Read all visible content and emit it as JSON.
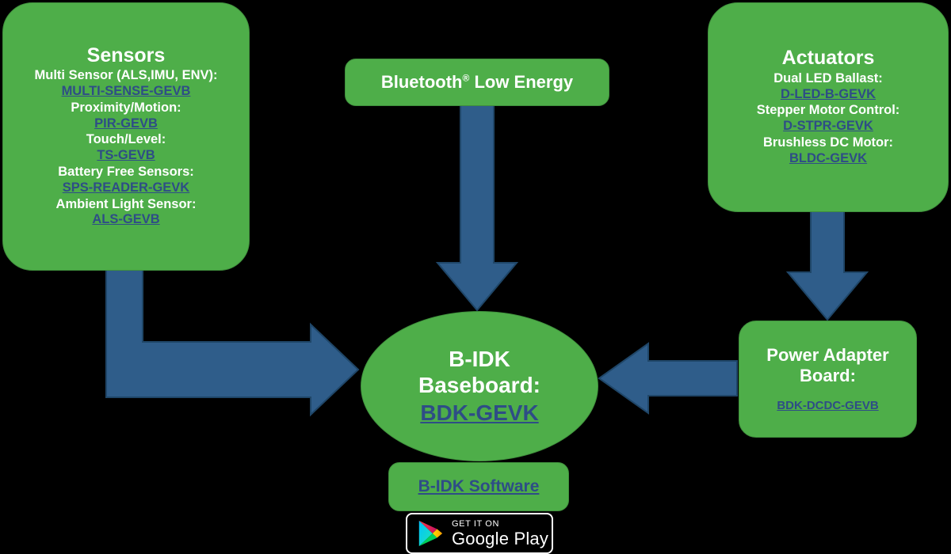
{
  "colors": {
    "background": "#000000",
    "node_fill": "#4EAE49",
    "node_stroke": "#3F8F3C",
    "arrow_fill": "#2F5D8A",
    "arrow_stroke": "#1F4668",
    "heading_text": "#FFFFFF",
    "link_text": "#2E4D86",
    "badge_background": "#000000",
    "badge_border": "#FFFFFF"
  },
  "diagram": {
    "sensors": {
      "title": "Sensors",
      "rows": [
        {
          "label": "Multi Sensor (ALS,IMU, ENV):",
          "link": "MULTI-SENSE-GEVB"
        },
        {
          "label": "Proximity/Motion:",
          "link": "PIR-GEVB"
        },
        {
          "label": "Touch/Level:",
          "link": "TS-GEVB"
        },
        {
          "label": "Battery Free Sensors:",
          "link": "SPS-READER-GEVK"
        },
        {
          "label": "Ambient Light Sensor:",
          "link": "ALS-GEVB"
        }
      ]
    },
    "actuators": {
      "title": "Actuators",
      "rows": [
        {
          "label": "Dual LED Ballast:",
          "link": "D-LED-B-GEVK"
        },
        {
          "label": "Stepper Motor Control:",
          "link": "D-STPR-GEVK"
        },
        {
          "label": "Brushless DC Motor:",
          "link": "BLDC-GEVK"
        }
      ]
    },
    "bluetooth": {
      "title_before": "Bluetooth",
      "title_mark": "®",
      "title_after": " Low Energy"
    },
    "power_adapter": {
      "title_line1": "Power Adapter",
      "title_line2": "Board:",
      "link": "BDK-DCDC-GEVB"
    },
    "baseboard": {
      "title_line1": "B-IDK",
      "title_line2": "Baseboard:",
      "link": "BDK-GEVK"
    },
    "software": {
      "link": "B-IDK Software"
    },
    "google_play": {
      "small_text": "GET IT ON",
      "big_text": "Google Play",
      "icon": "google-play-triangle-icon"
    },
    "connections": [
      {
        "name": "sensors-to-baseboard",
        "from": "sensors",
        "to": "baseboard",
        "shape": "elbow-down-right"
      },
      {
        "name": "bluetooth-to-baseboard",
        "from": "bluetooth",
        "to": "baseboard",
        "shape": "straight-down"
      },
      {
        "name": "actuators-to-power-adapter",
        "from": "actuators",
        "to": "power_adapter",
        "shape": "straight-down"
      },
      {
        "name": "power-adapter-to-baseboard",
        "from": "power_adapter",
        "to": "baseboard",
        "shape": "straight-left"
      }
    ]
  }
}
